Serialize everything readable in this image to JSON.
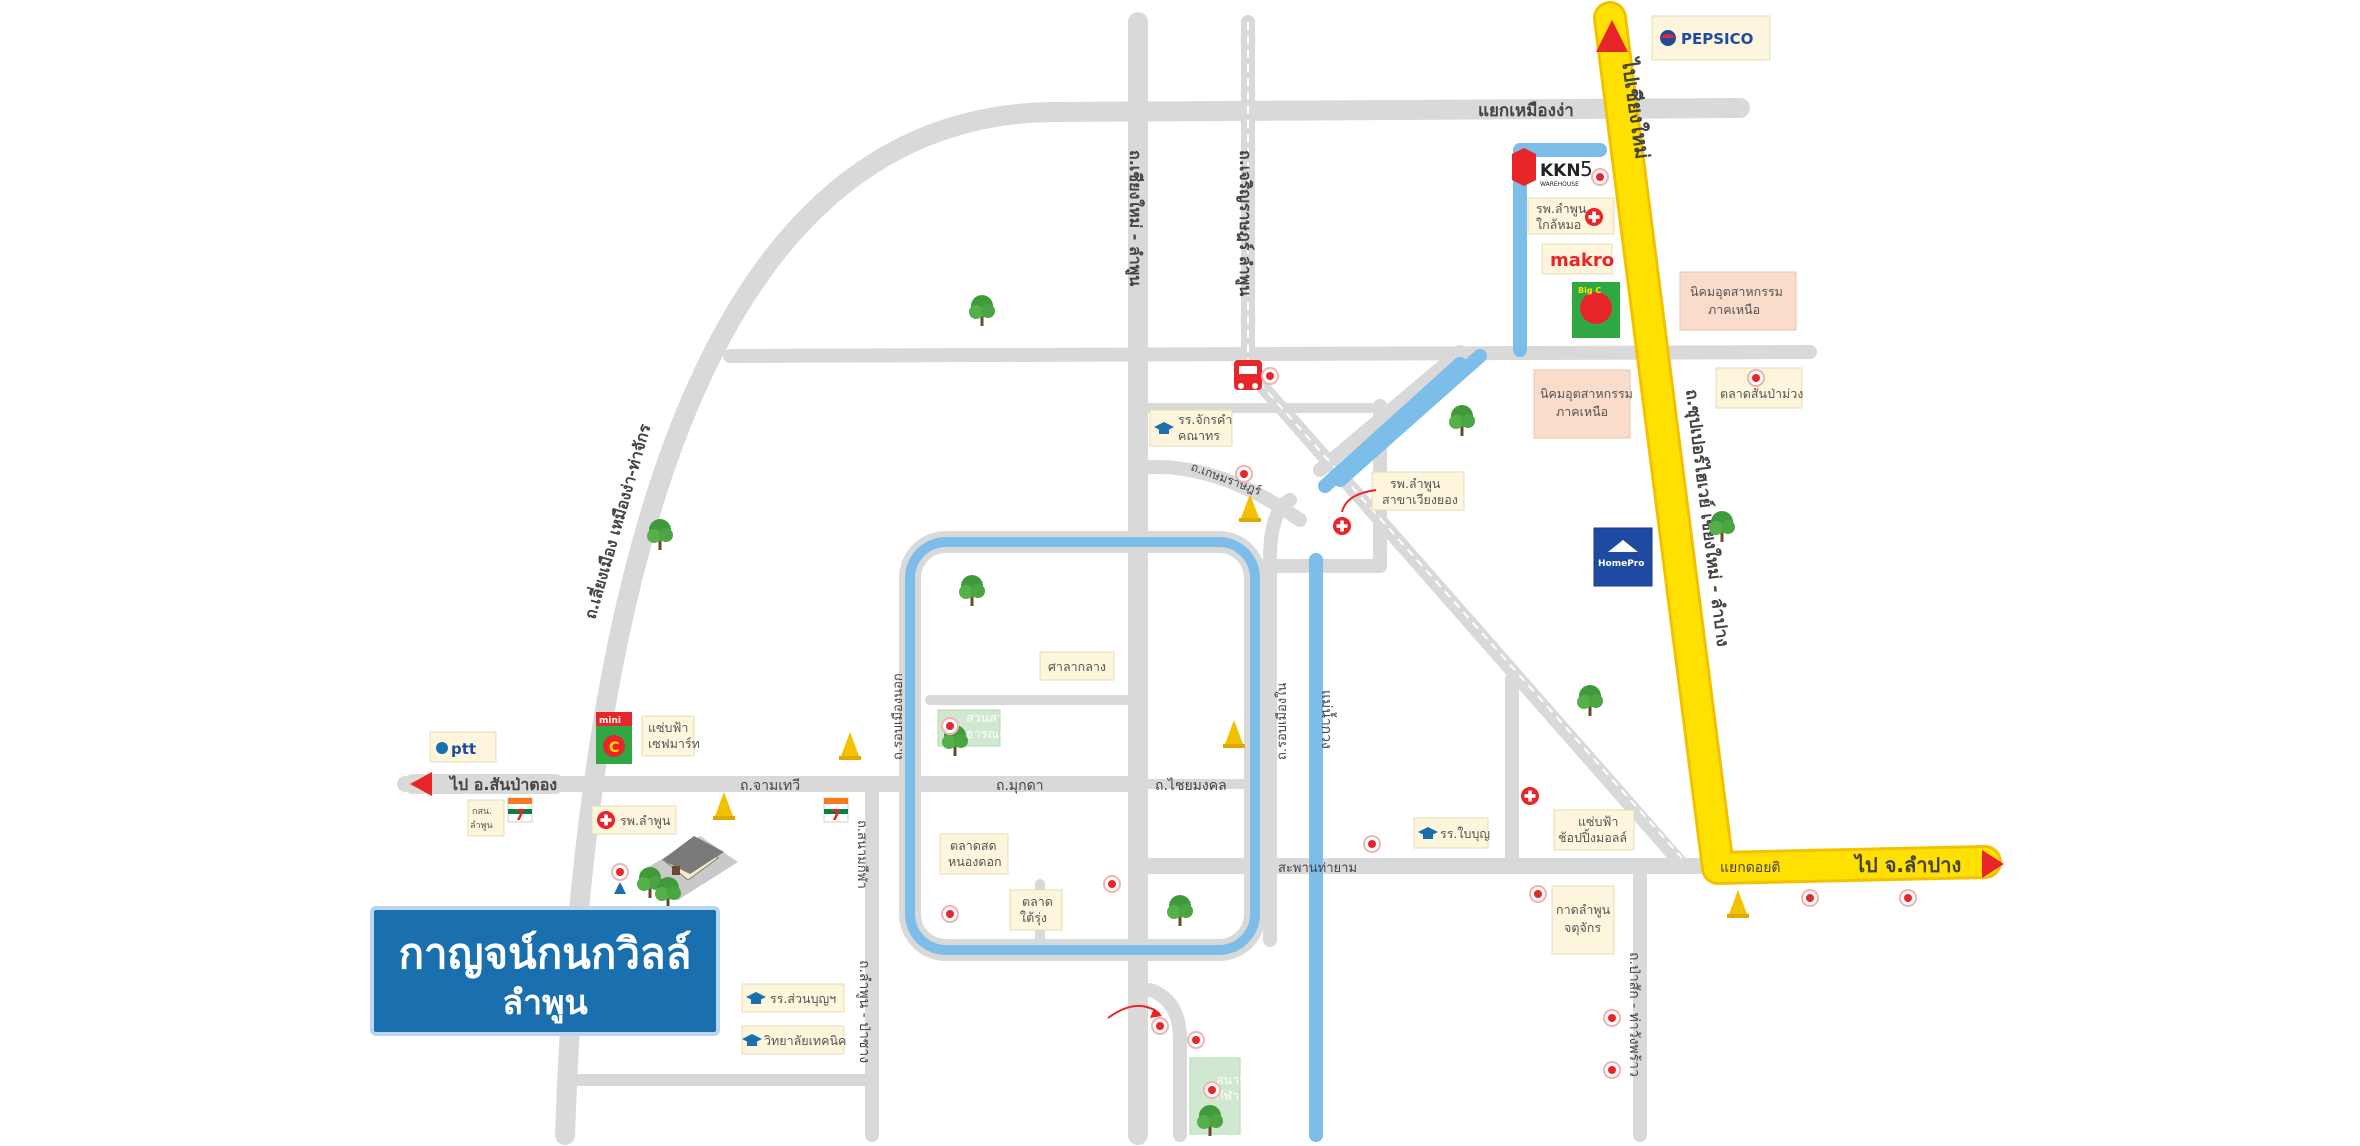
{
  "roads": {
    "mueang_nga": "แยกเหมืองง่า",
    "chiangmai_lamphun": "ถ.เชียงใหม่ - ลำพูน",
    "charoenrat": "ถ.เจริญราษฎร์ ลำพูน",
    "bypass": "ถ.เลี่ยงเมือง เหมืองง่า-ท่าจักร",
    "superhighway": "ถ.ซุปเปอร์ไฮเวย์ เชียงใหม่ - ลำปาง",
    "chamthewi": "ถ.จามเทวี",
    "mukda": "ถ.มุกดา",
    "chaimongkol": "ถ.ไชยมงคล",
    "rob_mueang_nok": "ถ.รอบเมืองนอก",
    "rob_mueang_nai": "ถ.รอบเมืองใน",
    "sanam_kila": "ถ.สนามกีฬา",
    "lamphun_pasang": "ถ.ลำพูน - ป่าซาง",
    "pasak_thawangphrao": "ถ.ป่าสัก - ท่าวังพร้าว",
    "saphan_tha_yam": "สะพานท่ายาม",
    "kuk_khak": "ถ.เกษมราษฎร์",
    "mae_kuang": "แม่น้ำกวง",
    "yaek_doi_ti": "แยกดอยติ"
  },
  "directions": {
    "to_chiangmai": "ไปเชียงใหม่",
    "to_lampang": "ไป จ.ลำปาง",
    "to_sanpatong": "ไป อ.สันป่าตอง"
  },
  "project": {
    "name_line1": "กาญจน์กนกวิลล์",
    "name_line2": "ลำพูน"
  },
  "brands": {
    "pepsico": "PEPSICO",
    "kkn": "KKN",
    "kkn_num": "5",
    "kkn_sub": "WAREHOUSE",
    "makro": "makro",
    "bigc": "Big C",
    "ptt": "ptt",
    "homepro": "HomePro",
    "mini": "mini",
    "mini_c": "C"
  },
  "places": {
    "hosp_lamphun_near_mor": [
      "รพ.ลำพูน",
      "ใกล้หมอ"
    ],
    "industrial_estate_1": [
      "นิคมอุตสาหกรรม",
      "ภาคเหนือ"
    ],
    "industrial_estate_2": [
      "นิคมอุตสาหกรรม",
      "ภาคเหนือ"
    ],
    "talad_sanpamuang": [
      "ตลาดสันป่าม่วง"
    ],
    "school_chakkham": [
      "รร.จักรคำ",
      "คณาทร"
    ],
    "hosp_lamphun_branch": [
      "รพ.ลำพูน",
      "สาขาเวียงยอง"
    ],
    "sala_klang": [
      "ศาลากลาง"
    ],
    "suan_park": [
      "สวนสา",
      "ธารณะ"
    ],
    "sepfah_sepharik": [
      "แซ่บฟ้า",
      "เซฟมาร์ท"
    ],
    "hosp_lamphun": [
      "รพ.ลำพูน"
    ],
    "talad_nongdok": [
      "ตลาดสด",
      "หนองดอก"
    ],
    "talad_tairung": [
      "ตลาด",
      "ใต้รุ่ง"
    ],
    "school_baiboon": [
      "รร.ใบบุญ"
    ],
    "sepfah_shop": [
      "แซ่บฟ้า",
      "ช้อปปิ้งมอลล์"
    ],
    "lamphun_jail": [
      "กาดลำพูน",
      "จตุจักร"
    ],
    "school_suanboon": [
      "รร.ส่วนบุญฯ"
    ],
    "tech_college": [
      "วิทยาลัยเทคนิค"
    ],
    "kasikorn": [
      "กสน.",
      "ลำพูน"
    ],
    "sanam_gray": [
      "สนาม",
      "กีฬา"
    ]
  },
  "colors": {
    "road": "#d9d9d9",
    "river": "#7dbde9",
    "highway": "#ffe000",
    "highway_edge": "#f2c200",
    "arrow_red": "#e8262a",
    "project_blue": "#1a6fae",
    "tag_bg": "#fdf6dc",
    "industrial_bg": "#f9dcc9",
    "tree": "#3e9a3a"
  },
  "icons": {
    "hospital": "hospital-cross-icon",
    "pin": "location-pin-icon",
    "school": "school-cap-icon",
    "temple": "temple-icon",
    "tree": "tree-icon",
    "bus": "bus-icon",
    "seven_eleven": "seven-eleven-icon",
    "house": "house-icon"
  }
}
